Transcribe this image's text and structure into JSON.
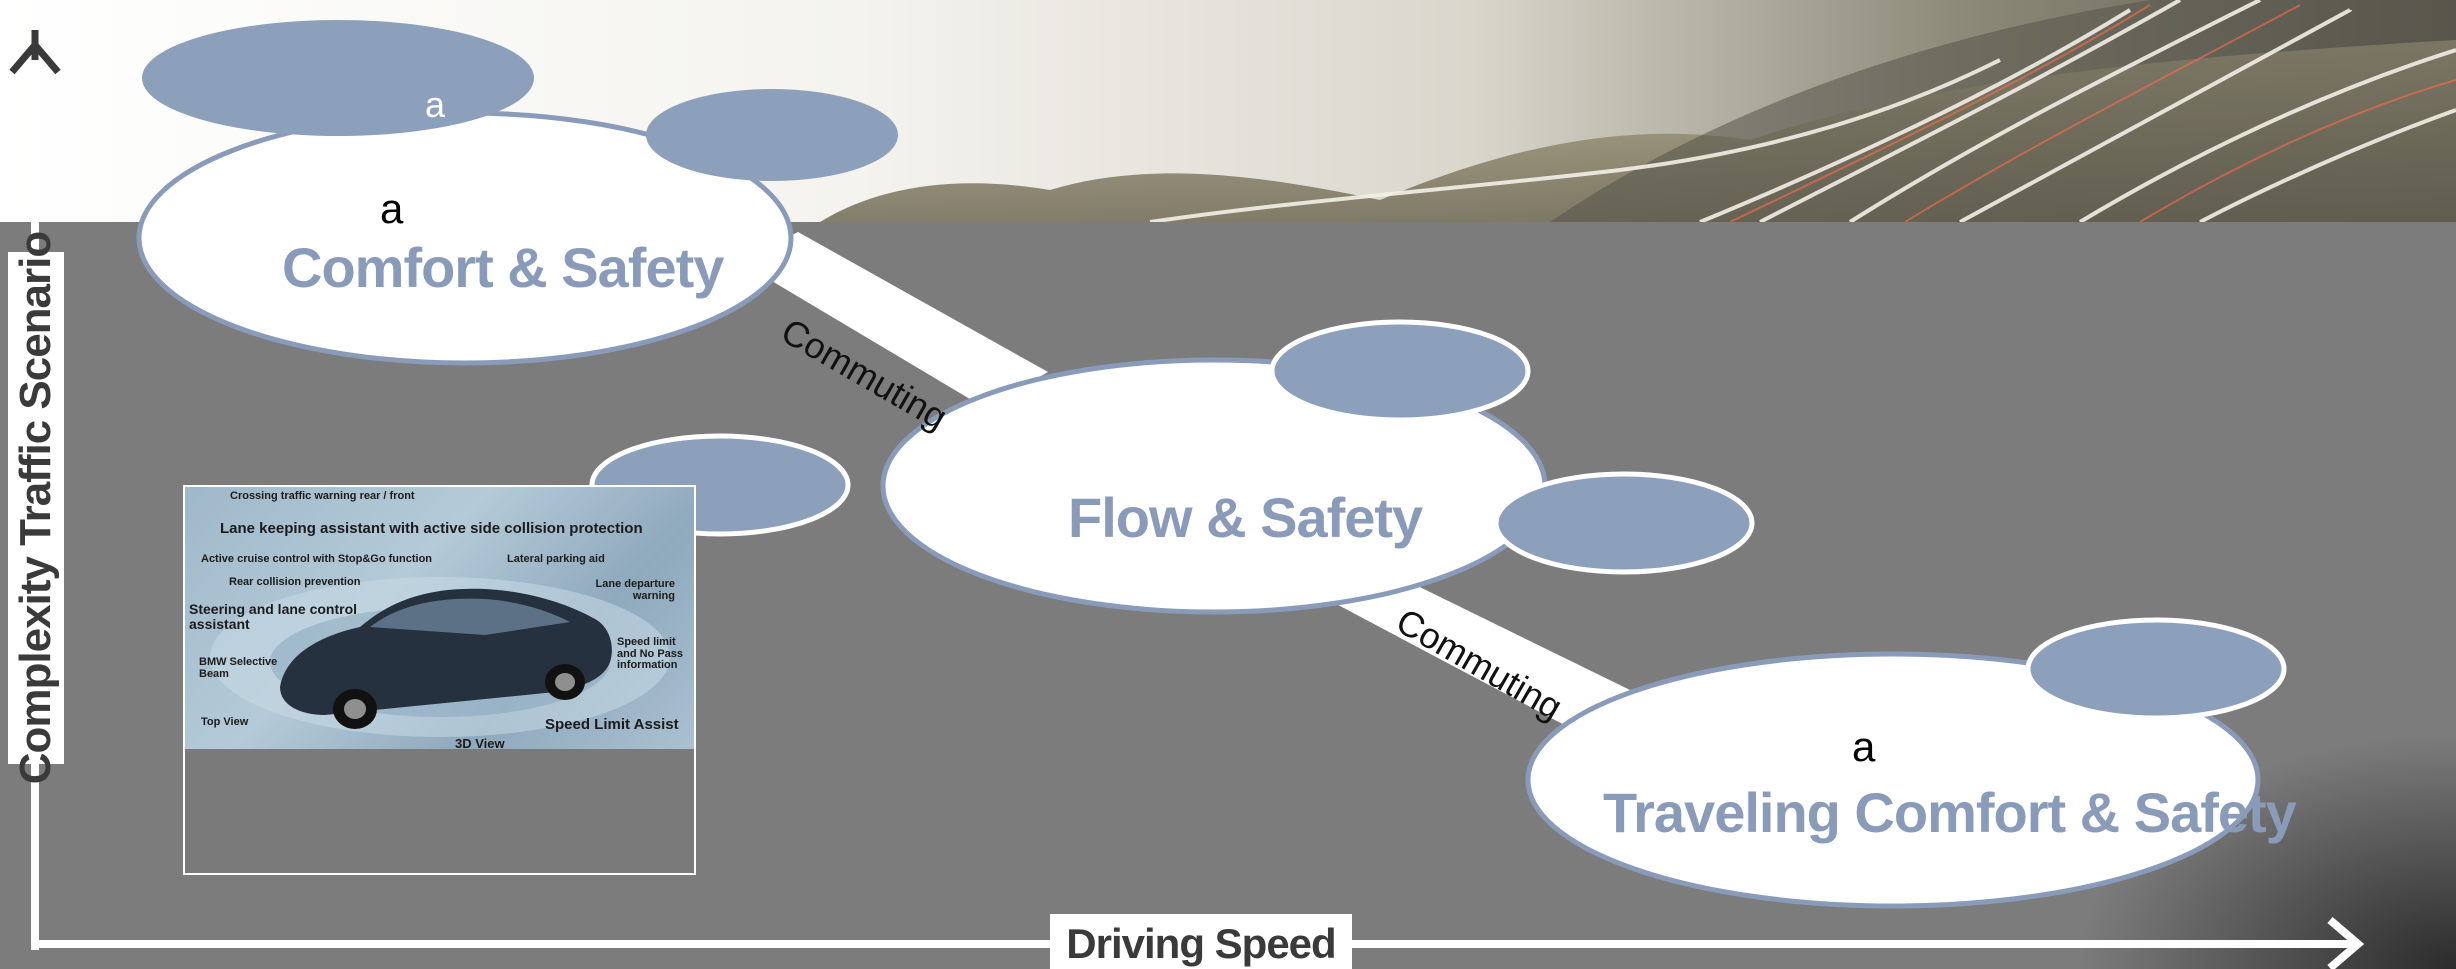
{
  "axes": {
    "y_label": "Complexity Traffic Scenario",
    "x_label": "Driving Speed"
  },
  "nodes": {
    "comfort": {
      "title": "Comfort & Safety",
      "marker": "a",
      "top_bubble_text": "a"
    },
    "flow": {
      "title": "Flow & Safety"
    },
    "traveling": {
      "title": "Traveling Comfort & Safety",
      "marker": "a"
    }
  },
  "roads": {
    "upper": "Commuting",
    "lower": "Commuting"
  },
  "feature_image": {
    "items": [
      "Crossing traffic warning rear / front",
      "Lane keeping assistant with active side collision protection",
      "Active cruise control with Stop&Go function",
      "Lateral parking aid",
      "Rear collision prevention",
      "Lane departure warning",
      "Steering and lane control assistant",
      "Speed limit and No Pass information",
      "BMW Selective Beam",
      "Top View",
      "3D View",
      "Speed Limit Assist"
    ]
  },
  "colors": {
    "background": "#7b7b7b",
    "node_fill": "#ffffff",
    "node_stroke": "#8a9bb9",
    "bubble_fill": "#8c9fbb",
    "title_text": "#8a9bb9",
    "axis": "#ffffff"
  }
}
